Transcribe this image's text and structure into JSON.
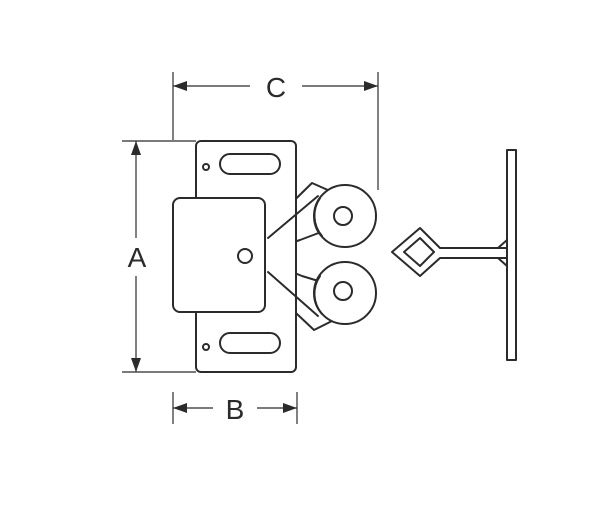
{
  "diagram": {
    "dimension_labels": {
      "a": "A",
      "b": "B",
      "c": "C"
    }
  },
  "colors": {
    "line": "#2b2b2b",
    "background": "#ffffff"
  }
}
